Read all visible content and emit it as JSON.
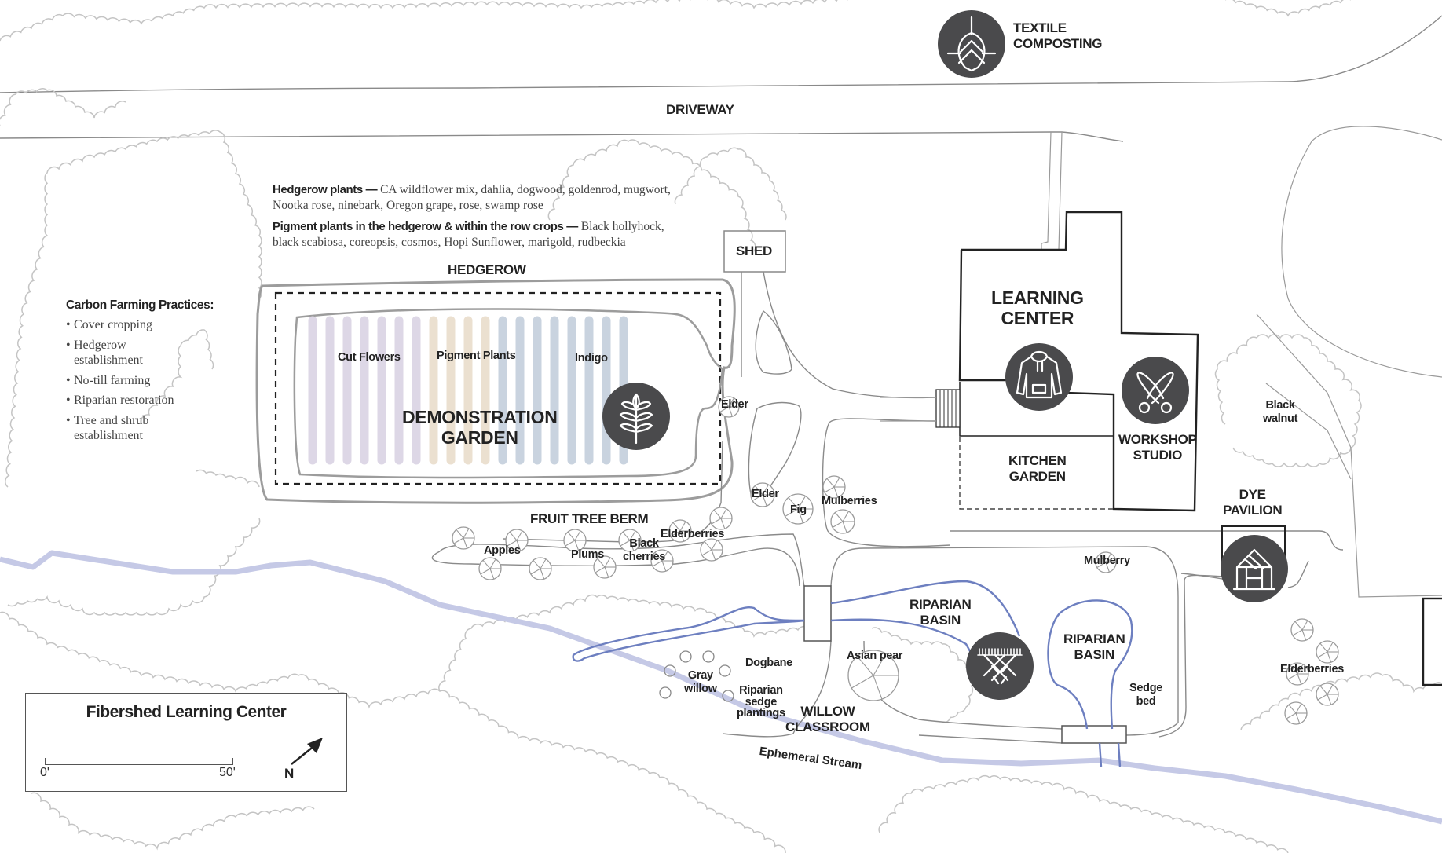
{
  "map": {
    "title": "Fibershed Learning Center",
    "scale": {
      "start": "0'",
      "end": "50'"
    },
    "north_label": "N",
    "colors": {
      "badge": "#4a4a4c",
      "water": "#6d7fc0",
      "stream": "#c5c9e6",
      "cut_flowers_rows": "#ddd7e6",
      "pigment_rows": "#ebe0d0",
      "indigo_rows": "#c9d3df"
    }
  },
  "areas": {
    "driveway": "DRIVEWAY",
    "textile_composting": [
      "TEXTILE",
      "COMPOSTING"
    ],
    "shed": "SHED",
    "hedgerow": "HEDGEROW",
    "demonstration_garden": [
      "DEMONSTRATION",
      "GARDEN"
    ],
    "learning_center": [
      "LEARNING",
      "CENTER"
    ],
    "workshop_studio": [
      "WORKSHOP",
      "STUDIO"
    ],
    "kitchen_garden": [
      "KITCHEN",
      "GARDEN"
    ],
    "dye_pavilion": [
      "DYE",
      "PAVILION"
    ],
    "fruit_tree_berm": "FRUIT TREE BERM",
    "riparian_basin_1": [
      "RIPARIAN",
      "BASIN"
    ],
    "riparian_basin_2": [
      "RIPARIAN",
      "BASIN"
    ],
    "willow_classroom": [
      "WILLOW",
      "CLASSROOM"
    ],
    "ephemeral_stream": "Ephemeral Stream"
  },
  "garden_sections": {
    "cut_flowers": {
      "label": "Cut Flowers",
      "rows": 7
    },
    "pigment_plants": {
      "label": "Pigment Plants",
      "rows": 4
    },
    "indigo": {
      "label": "Indigo",
      "rows": 8
    }
  },
  "plants": {
    "elder_1": "Elder",
    "elder_2": "Elder",
    "fig": "Fig",
    "mulberries": "Mulberries",
    "elderberries_berm": "Elderberries",
    "apples": "Apples",
    "plums": "Plums",
    "black_cherries": [
      "Black",
      "cherries"
    ],
    "black_walnut": [
      "Black",
      "walnut"
    ],
    "mulberry": "Mulberry",
    "elderberries_east": "Elderberries",
    "asian_pear": "Asian pear",
    "dogbane": "Dogbane",
    "gray_willow": [
      "Gray",
      "willow"
    ],
    "riparian_sedge": [
      "Riparian",
      "sedge",
      "plantings"
    ],
    "sedge_bed": [
      "Sedge",
      "bed"
    ]
  },
  "notes": {
    "hedgerow_plants": {
      "heading": "Hedgerow plants —",
      "text": "CA wildflower mix, dahlia, dogwood, goldenrod, mugwort, Nootka rose, ninebark, Oregon grape, rose, swamp rose"
    },
    "pigment_plants": {
      "heading": "Pigment plants in the hedgerow & within the row crops —",
      "text": "Black hollyhock, black scabiosa, coreopsis, cosmos, Hopi Sunflower, marigold, rudbeckia"
    }
  },
  "carbon_practices": {
    "heading": "Carbon Farming Practices:",
    "items": [
      "Cover cropping",
      "Hedgerow establishment",
      "No-till farming",
      "Riparian restoration",
      "Tree and shrub establishment"
    ]
  },
  "icons": {
    "textile_composting": "compost-seed-icon",
    "demonstration_garden": "wheat-sprig-icon",
    "learning_center": "hoodie-jacket-icon",
    "workshop_studio": "scissors-icon",
    "riparian_basin": "roots-icon",
    "dye_pavilion": "greenhouse-icon"
  }
}
